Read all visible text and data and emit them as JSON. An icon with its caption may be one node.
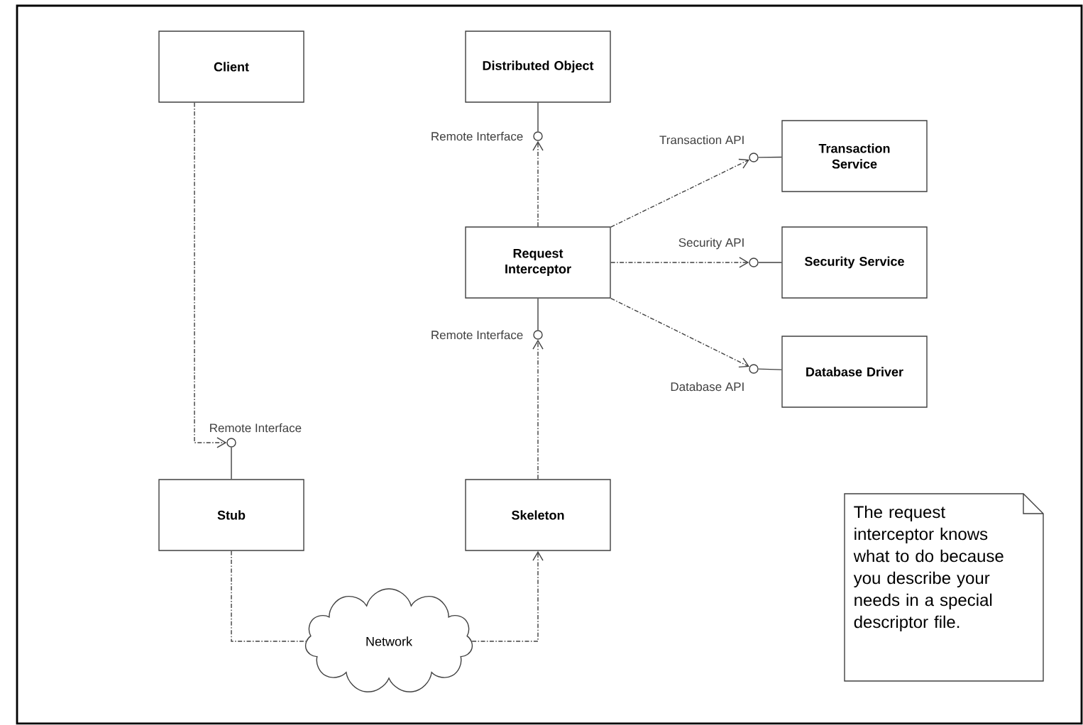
{
  "diagram": {
    "nodes": [
      {
        "text": [
          "Client"
        ]
      },
      {
        "text": [
          "Distributed Object"
        ]
      },
      {
        "text": [
          "Request Interceptor"
        ]
      },
      {
        "text": [
          "Transaction Service"
        ]
      },
      {
        "text": [
          "Security Service"
        ]
      },
      {
        "text": [
          "Database Driver"
        ]
      },
      {
        "text": [
          "Stub"
        ]
      },
      {
        "text": [
          "Skeleton"
        ]
      },
      {
        "text": [
          "Network"
        ]
      },
      {
        "text": [
          "The request interceptor knows what to do because you describe your needs in a special descriptor file."
        ]
      },
      {
        "text": [],
        "shape": "circle",
        "beside": [
          "Remote Interface"
        ]
      },
      {
        "text": [],
        "shape": "circle",
        "beside": [
          "Transaction API"
        ]
      },
      {
        "text": [],
        "shape": "circle",
        "beside": [
          "Security API"
        ]
      },
      {
        "text": [],
        "shape": "circle",
        "beside": [
          "Database API"
        ]
      },
      {
        "text": [],
        "shape": "circle",
        "beside": [
          "Remote Interface"
        ]
      },
      {
        "text": [],
        "shape": "circle",
        "beside": [
          "Remote Interface"
        ]
      }
    ],
    "edges": [
      {
        "from": 0,
        "to": 15,
        "arrow": "to",
        "style": "dashed"
      },
      {
        "from": 15,
        "to": 6,
        "arrow": "none"
      },
      {
        "from": 2,
        "to": 10,
        "arrow": "to",
        "style": "dashed"
      },
      {
        "from": 10,
        "to": 1,
        "arrow": "none"
      },
      {
        "from": 2,
        "to": 11,
        "arrow": "to",
        "style": "dashed"
      },
      {
        "from": 11,
        "to": 3,
        "arrow": "none"
      },
      {
        "from": 2,
        "to": 12,
        "arrow": "to",
        "style": "dashed"
      },
      {
        "from": 12,
        "to": 4,
        "arrow": "none"
      },
      {
        "from": 2,
        "to": 13,
        "arrow": "to",
        "style": "dashed"
      },
      {
        "from": 13,
        "to": 5,
        "arrow": "none"
      },
      {
        "from": 7,
        "to": 14,
        "arrow": "to",
        "style": "dashed"
      },
      {
        "from": 14,
        "to": 2,
        "arrow": "none"
      },
      {
        "from": 6,
        "to": 8,
        "arrow": "none",
        "style": "dashed"
      },
      {
        "from": 8,
        "to": 7,
        "arrow": "to",
        "style": "dashed"
      }
    ]
  }
}
